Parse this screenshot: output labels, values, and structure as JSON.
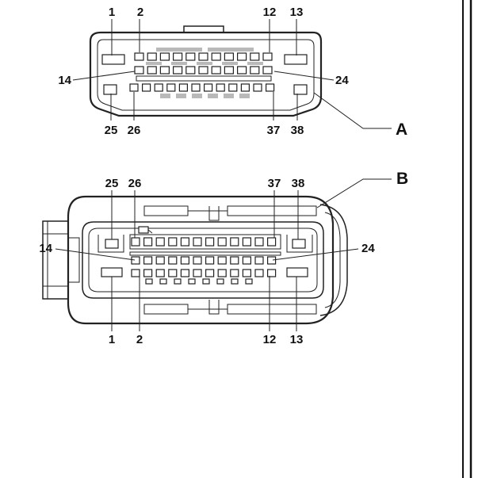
{
  "connector_a": {
    "label": "A",
    "pin_labels": {
      "p1": "1",
      "p2": "2",
      "p12": "12",
      "p13": "13",
      "p14": "14",
      "p24": "24",
      "p25": "25",
      "p26": "26",
      "p37": "37",
      "p38": "38"
    }
  },
  "connector_b": {
    "label": "B",
    "pin_labels": {
      "p1": "1",
      "p2": "2",
      "p12": "12",
      "p13": "13",
      "p14": "14",
      "p24": "24",
      "p25": "25",
      "p26": "26",
      "p37": "37",
      "p38": "38"
    }
  },
  "colors": {
    "line": "#222222",
    "shade": "#b9b9b9",
    "background": "#ffffff"
  }
}
